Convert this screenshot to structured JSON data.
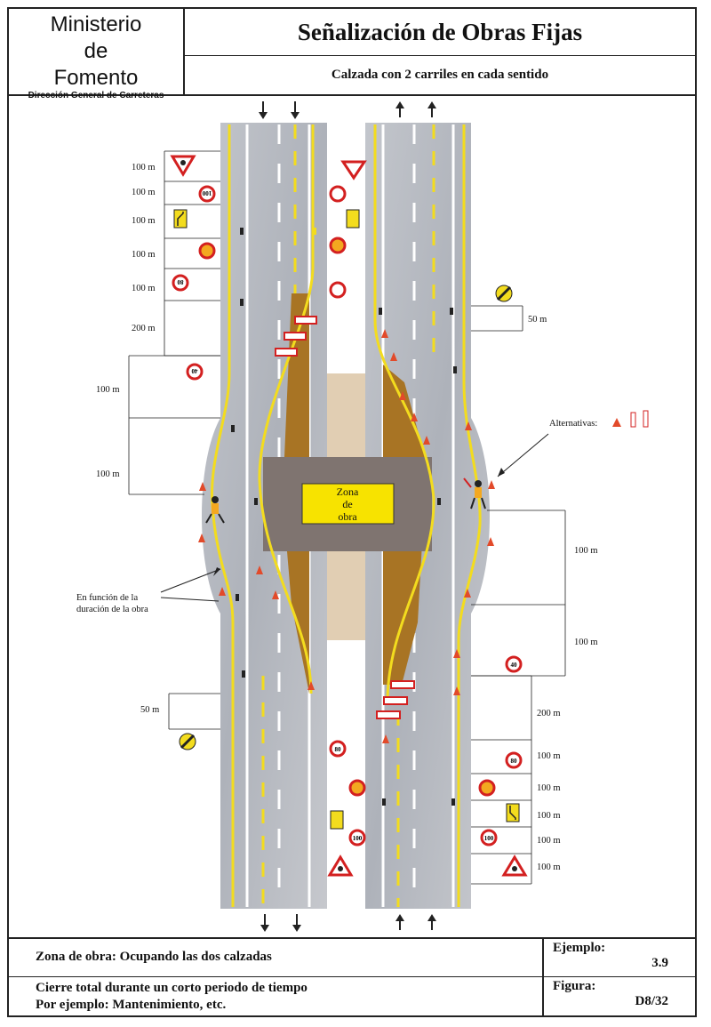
{
  "header": {
    "logo_line1": "Ministerio",
    "logo_line2": "de",
    "logo_line3": "Fomento",
    "logo_sub": "Dirección General de Carreteras",
    "title": "Señalización de Obras Fijas",
    "subtitle": "Calzada con 2 carriles en cada sentido"
  },
  "diagram": {
    "zone_label_1": "Zona",
    "zone_label_2": "de",
    "zone_label_3": "obra",
    "alternatives": "Alternativas:",
    "annotation_1": "En función de la",
    "annotation_2": "duración de la obra",
    "dist_100": "100 m",
    "dist_200": "200 m",
    "dist_50": "50 m",
    "speed_40": "40",
    "speed_80": "80",
    "speed_100": "100"
  },
  "footer": {
    "zone_text": "Zona de obra: Ocupando las dos calzadas",
    "closure_1": "Cierre total durante un corto periodo de tiempo",
    "closure_2": "Por ejemplo: Mantenimiento, etc.",
    "example_label": "Ejemplo:",
    "example_value": "3.9",
    "figure_label": "Figura:",
    "figure_value": "D8/32"
  },
  "colors": {
    "road": "#b9bcc3",
    "lane_marking": "#f3dc1e",
    "work_zone": "#a87424",
    "zone_label_bg": "#f7e300",
    "sign_red": "#d32020"
  }
}
